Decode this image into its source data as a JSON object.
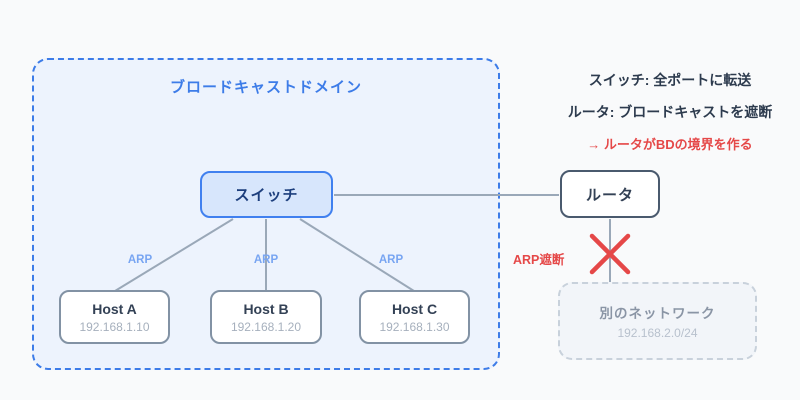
{
  "domain": {
    "title": "ブロードキャストドメイン"
  },
  "switch": {
    "label": "スイッチ"
  },
  "router": {
    "label": "ルータ"
  },
  "hosts": [
    {
      "name": "Host A",
      "ip": "192.168.1.10"
    },
    {
      "name": "Host B",
      "ip": "192.168.1.20"
    },
    {
      "name": "Host C",
      "ip": "192.168.1.30"
    }
  ],
  "arp": [
    "ARP",
    "ARP",
    "ARP"
  ],
  "blocked_label": "ARP遮断",
  "other_network": {
    "title": "別のネットワーク",
    "subnet": "192.168.2.0/24"
  },
  "notes": {
    "line1": "スイッチ: 全ポートに転送",
    "line2": "ルータ: ブロードキャストを遮断",
    "conclusion": "→ ルータがBDの境界を作る"
  },
  "colors": {
    "background": "#f9fafb",
    "domain_fill": "#edf3fd",
    "domain_border": "#3d7ce8",
    "switch_fill": "#d7e6fc",
    "switch_border": "#4080ef",
    "router_border": "#4a5a6e",
    "host_border": "#8292a4",
    "connector_gray": "#9aa8b8",
    "arp_blue": "#78a5f2",
    "alert_red": "#e54848",
    "text_dark": "#2d3b4e",
    "muted_gray": "#a6b0bd"
  }
}
